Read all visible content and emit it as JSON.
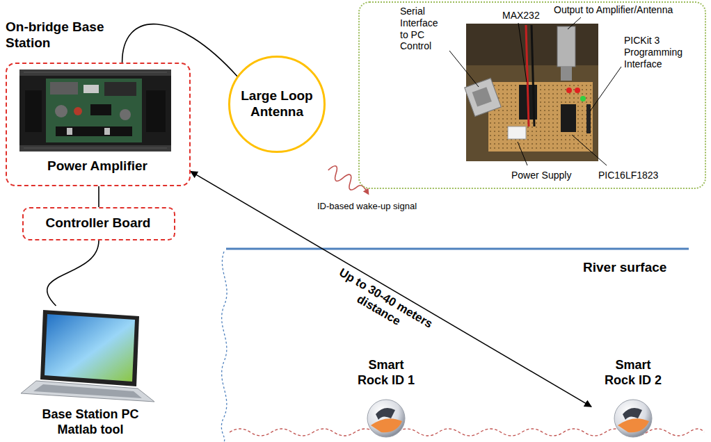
{
  "diagram": {
    "nodes": [
      {
        "text": [
          "Power Amplifier"
        ]
      },
      {
        "text": [
          "Controller Board"
        ]
      },
      {
        "text": [
          "Base Station PC Matlab tool"
        ]
      },
      {
        "text": [
          "Large Loop Antenna"
        ]
      },
      {
        "text": [
          "Serial Interface to PC Control",
          "MAX232",
          "Output to Amplifier/Antenna",
          "PICKit 3 Programming Interface",
          "Power Supply",
          "PIC16LF1823"
        ]
      },
      {
        "text": [
          "Smart Rock ID 1"
        ]
      },
      {
        "text": [
          "Smart Rock ID 2"
        ]
      }
    ],
    "edges": [
      {
        "from": 0,
        "to": 3,
        "arrow": "none"
      },
      {
        "from": 0,
        "to": 1,
        "arrow": "none"
      },
      {
        "from": 1,
        "to": 2,
        "arrow": "none"
      },
      {
        "from": 0,
        "to": 6,
        "arrow": "both",
        "label": "Up to 30-40 meters distance"
      }
    ],
    "labels": [
      "On-bridge Base Station",
      "ID-based wake-up signal",
      "River surface"
    ]
  }
}
